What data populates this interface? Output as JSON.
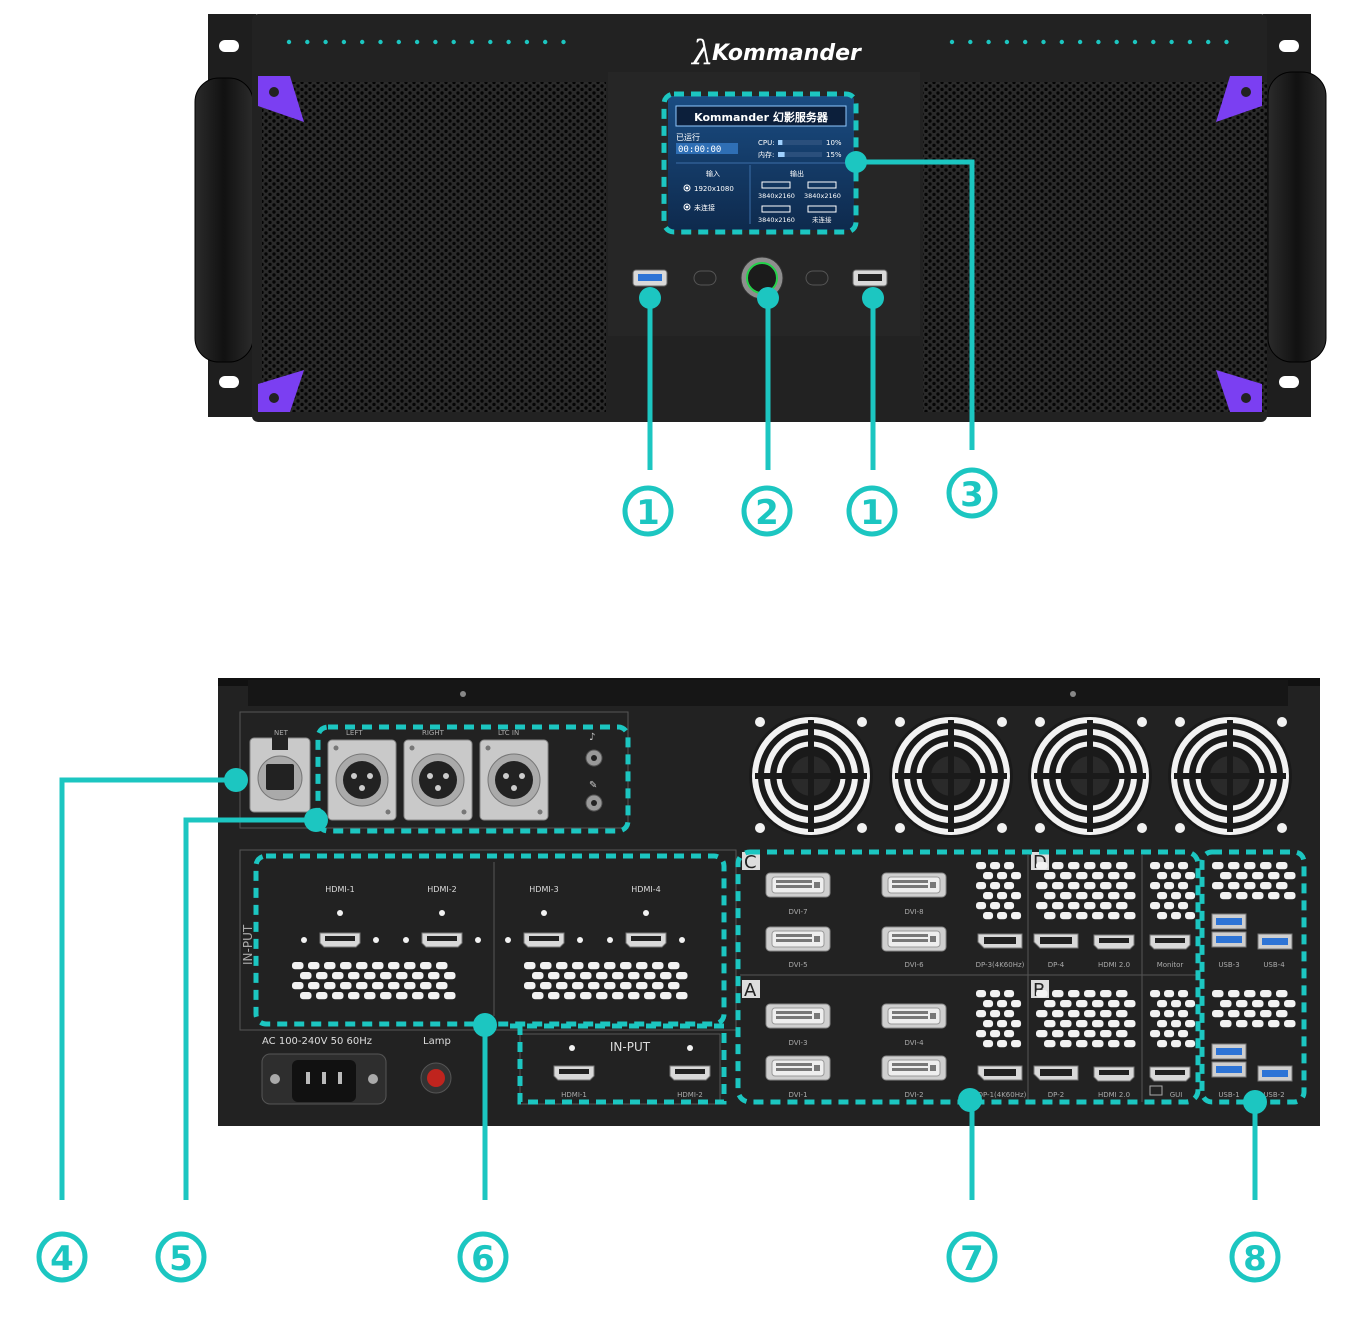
{
  "colors": {
    "accent": "#1cc6c1",
    "chassis": "#222222",
    "chassis_dark": "#111111",
    "purple": "#7b3ff2",
    "screen_bg": "#123a66",
    "metal": "#cfcfcf"
  },
  "front": {
    "brand": "Kommander",
    "screen": {
      "title": "Kommander  幻影服务器",
      "runtime_label": "已运行",
      "runtime_value": "00:00:00",
      "cpu_label": "CPU:",
      "cpu_value": "10%",
      "cpu_level": 0.1,
      "mem_label": "内存:",
      "mem_value": "15%",
      "mem_level": 0.15,
      "input_label": "输入",
      "output_label": "输出",
      "inputs": [
        "1920x1080",
        "未连接"
      ],
      "outputs": [
        "3840x2160",
        "3840x2160",
        "3840x2160",
        "未连接"
      ]
    }
  },
  "callouts": {
    "c1a": "1",
    "c2": "2",
    "c1b": "1",
    "c3": "3",
    "c4": "4",
    "c5": "5",
    "c6": "6",
    "c7": "7",
    "c8": "8"
  },
  "rear": {
    "net_label": "NET",
    "audio_labels": [
      "LEFT",
      "RIGHT",
      "LTC IN"
    ],
    "input_side_label": "IN-PUT",
    "hdmi_inputs": [
      "HDMI-1",
      "HDMI-2",
      "HDMI-3",
      "HDMI-4"
    ],
    "power_label": "AC  100-240V  50 60Hz",
    "lamp_label": "Lamp",
    "input_box_label": "IN-PUT",
    "input_box_ports": [
      "HDMI-1",
      "HDMI-2"
    ],
    "card_letters": [
      "C",
      "D",
      "A",
      "B"
    ],
    "dvi_top": [
      "DVI-7",
      "DVI-8",
      "DVI-5",
      "DVI-6"
    ],
    "dvi_bottom": [
      "DVI-3",
      "DVI-4",
      "DVI-1",
      "DVI-2"
    ],
    "dp_top_label": "DP-3(4K60Hz)",
    "dp_bottom_label": "DP-1(4K60Hz)",
    "d_labels": [
      "DP-4",
      "HDMI  2.0"
    ],
    "b_labels": [
      "DP-2",
      "HDMI  2.0"
    ],
    "monitor_label": "Monitor",
    "gui_label": "GUI",
    "usb_labels": [
      "USB-3",
      "USB-4",
      "USB-1",
      "USB-2"
    ]
  }
}
